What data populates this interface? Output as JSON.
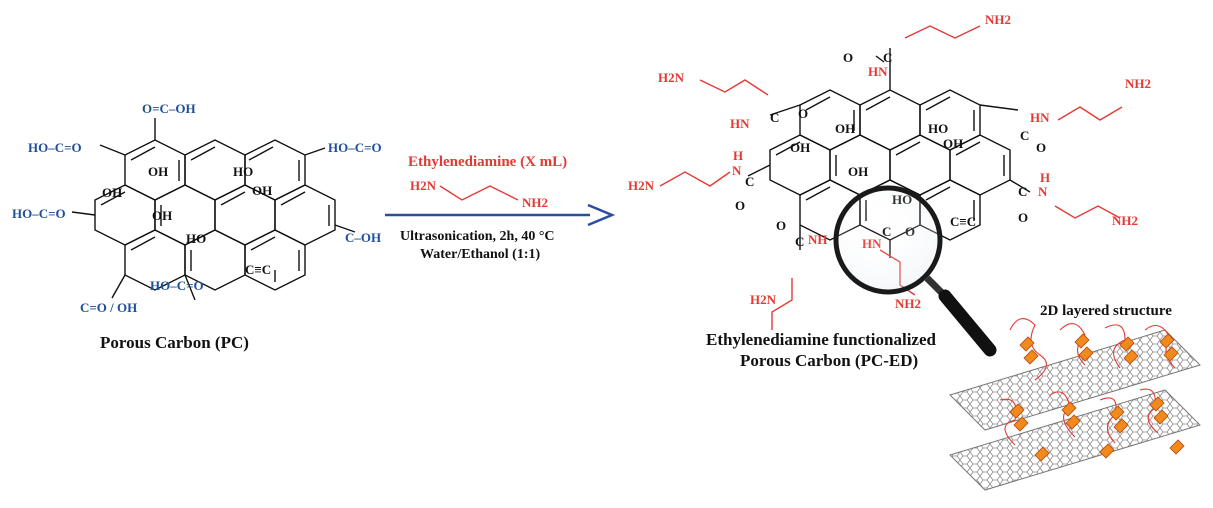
{
  "colors": {
    "pc_blue": "#1f4f9a",
    "amine_red": "#e53935",
    "arrow_blue": "#2b4d9c",
    "bond": "#111111"
  },
  "left": {
    "caption": "Porous Carbon (PC)",
    "groups": {
      "cooh_top": "O=C–OH",
      "cooh_ul": "HO–C=O",
      "cooh_ur": "HO–C=O",
      "cooh_l": "HO–C=O",
      "cooh_r": "C–OH",
      "cooh_bl": "C=O / OH",
      "cooh_bc": "HO–C=O",
      "oh": "OH",
      "ho": "HO",
      "alkyne": "C≡C"
    }
  },
  "reaction": {
    "reagent": "Ethylenediamine (X mL)",
    "h2n": "H2N",
    "nh2": "NH2",
    "conditions_1": "Ultrasonication, 2h, 40 °C",
    "conditions_2": "Water/Ethanol (1:1)"
  },
  "right": {
    "caption_1": "Ethylenediamine functionalized",
    "caption_2": "Porous Carbon (PC-ED)",
    "amide": {
      "hn": "HN",
      "nh": "NH",
      "h": "H",
      "n": "N",
      "c": "C",
      "o": "O"
    },
    "amine": {
      "h2n": "H2N",
      "nh2": "NH2"
    },
    "oh": "OH",
    "ho": "HO",
    "alkyne": "C≡C"
  },
  "inset": {
    "title": "2D layered structure"
  }
}
